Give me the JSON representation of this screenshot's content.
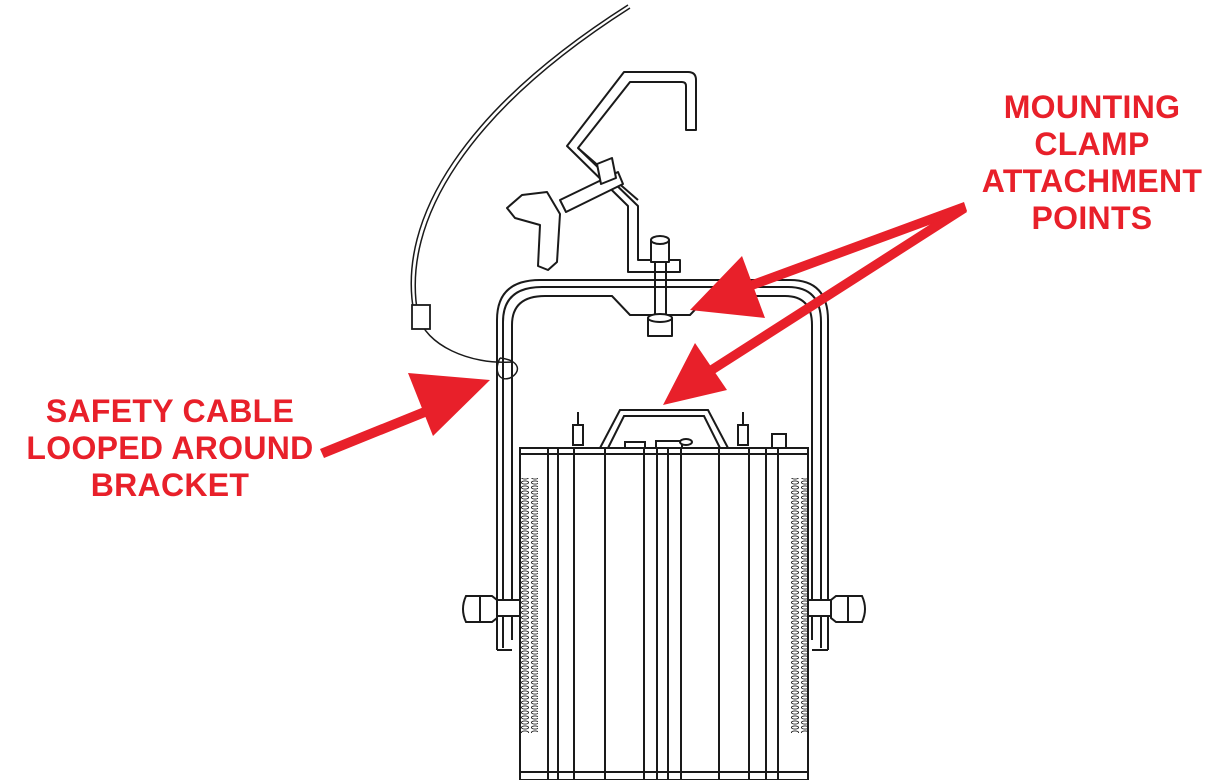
{
  "callouts": {
    "mounting_clamp": {
      "lines": [
        "MOUNTING",
        "CLAMP",
        "ATTACHMENT",
        "POINTS"
      ]
    },
    "safety_cable": {
      "lines": [
        "SAFETY CABLE",
        "LOOPED AROUND",
        "BRACKET"
      ]
    }
  },
  "colors": {
    "callout_text": "#e8202a",
    "arrow": "#e8202a",
    "line_art": "#1a1a1a",
    "background": "#ffffff"
  },
  "icons": {
    "fixture": "lighting-fixture-illustration",
    "clamp": "mounting-clamp-illustration",
    "cable": "safety-cable-illustration"
  }
}
